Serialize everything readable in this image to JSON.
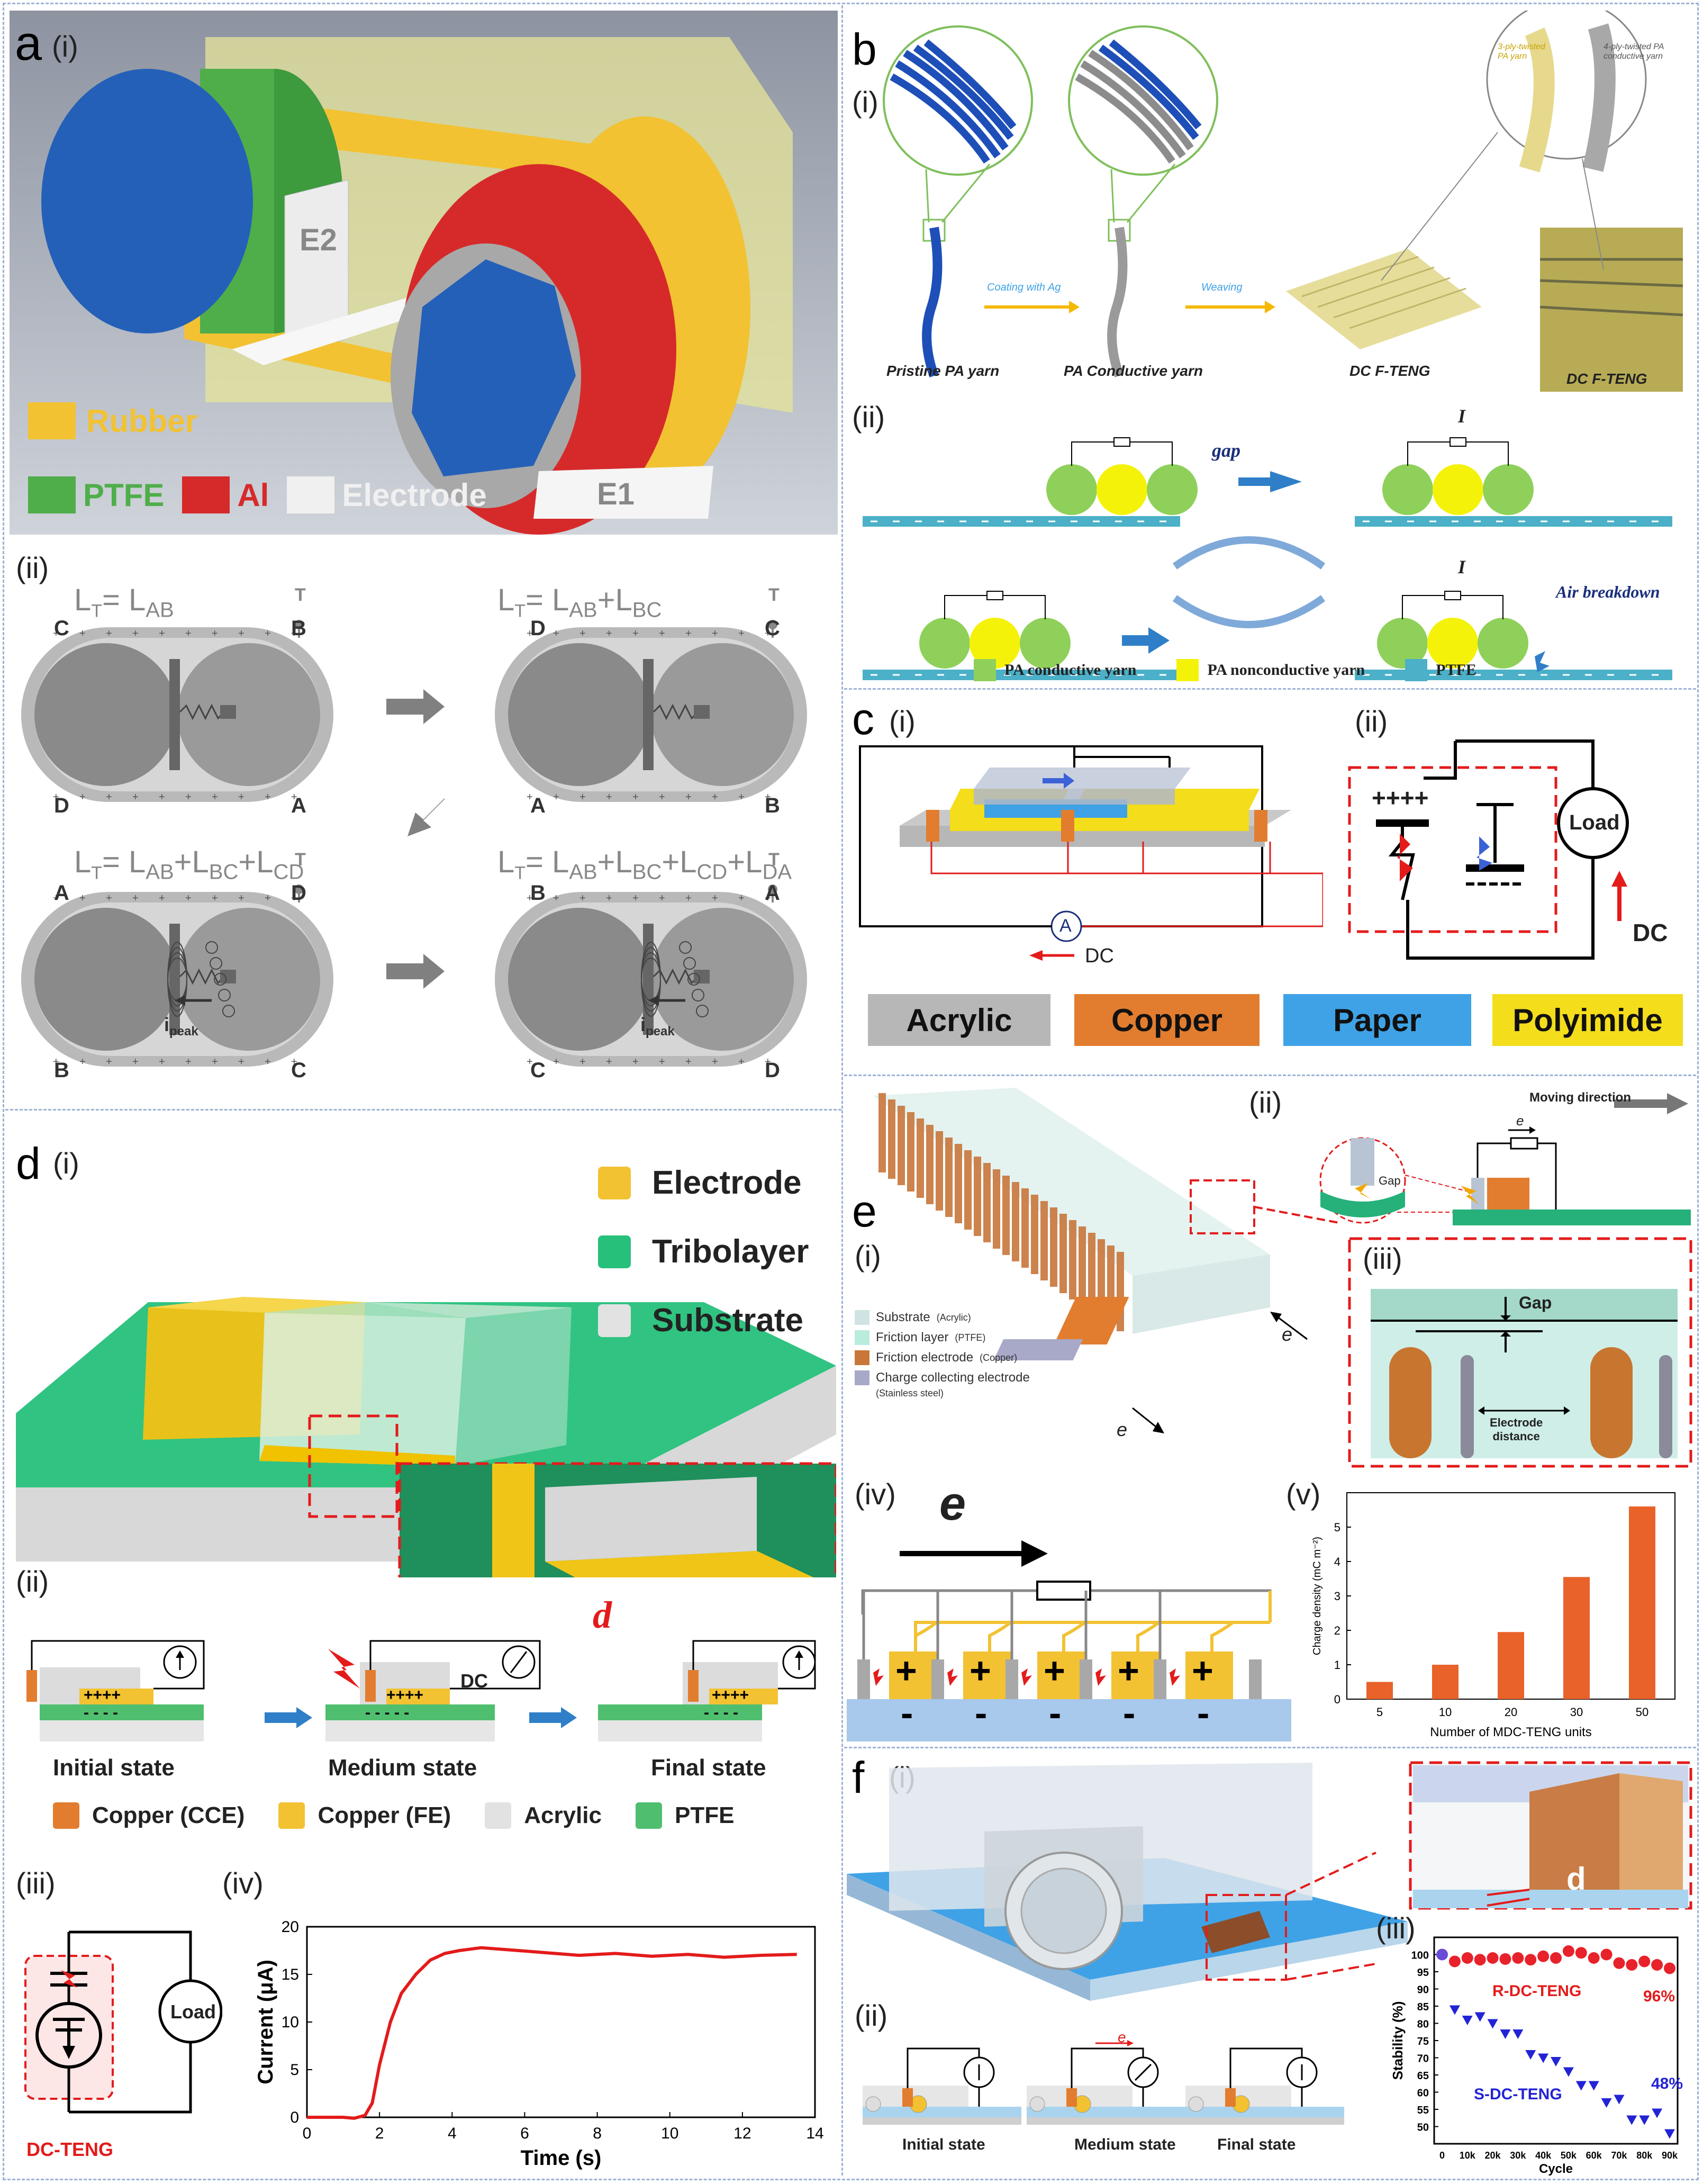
{
  "panels": {
    "a": {
      "letter": "a",
      "i": "(i)",
      "ii": "(ii)",
      "legend": {
        "rubber": "Rubber",
        "ptfe": "PTFE",
        "al": "Al",
        "electrode": "Electrode"
      },
      "labels": {
        "e1": "E1",
        "e2": "E2"
      },
      "states": [
        {
          "eq": "L",
          "sub": "T",
          "rhs": "= L",
          "terms": [
            "AB"
          ],
          "top_left": "C",
          "top_right": "B",
          "bot_left": "D",
          "bot_right": "A"
        },
        {
          "eq": "L",
          "sub": "T",
          "rhs": "= L",
          "terms": [
            "AB",
            "BC"
          ],
          "top_left": "D",
          "top_right": "C",
          "bot_left": "A",
          "bot_right": "B"
        },
        {
          "eq": "L",
          "sub": "T",
          "rhs": "= L",
          "terms": [
            "AB",
            "BC",
            "CD"
          ],
          "top_left": "A",
          "top_right": "D",
          "bot_left": "B",
          "bot_right": "C"
        },
        {
          "eq": "L",
          "sub": "T",
          "rhs": "= L",
          "terms": [
            "AB",
            "BC",
            "CD",
            "DA"
          ],
          "top_left": "B",
          "top_right": "A",
          "bot_left": "C",
          "bot_right": "D"
        }
      ],
      "t_label": "T",
      "e1s": "E",
      "e2s": "E",
      "ipeak": "i",
      "ipeak_sub": "peak"
    },
    "b": {
      "letter": "b",
      "i": "(i)",
      "ii": "(ii)",
      "yarns": {
        "pristine": "Pristine PA yarn",
        "conductive": "PA Conductive yarn",
        "dc1": "DC F-TENG",
        "dc2": "DC F-TENG",
        "coating": "Coating with Ag",
        "weaving": "Weaving",
        "ply3": "3-ply-twisted PA yarn",
        "ply4": "4-ply-twisted PA conductive yarn"
      },
      "gap": "gap",
      "current": "I",
      "air": "Air breakdown",
      "legend": {
        "conductive": "PA conductive yarn",
        "nonconductive": "PA nonconductive yarn",
        "ptfe": "PTFE"
      }
    },
    "c": {
      "letter": "c",
      "i": "(i)",
      "ii": "(ii)",
      "ammeter": "A",
      "dc": "DC",
      "load": "Load",
      "dc2": "DC",
      "plus": "++++",
      "minus": "----",
      "legend": {
        "acrylic": "Acrylic",
        "copper": "Copper",
        "paper": "Paper",
        "polyimide": "Polyimide"
      }
    },
    "d": {
      "letter": "d",
      "i": "(i)",
      "ii": "(ii)",
      "iii": "(iii)",
      "iv": "(iv)",
      "legend": {
        "electrode": "Electrode",
        "tribolayer": "Tribolayer",
        "substrate": "Substrate"
      },
      "d_label": "d",
      "states": {
        "initial": "Initial state",
        "medium": "Medium state",
        "final": "Final state",
        "dc": "DC"
      },
      "legend2": {
        "cce": "Copper (CCE)",
        "fe": "Copper (FE)",
        "acrylic": "Acrylic",
        "ptfe": "PTFE"
      },
      "load": "Load",
      "dcteng": "DC-TENG",
      "chart": {
        "xlabel": "Time (s)",
        "ylabel": "Current (μA)"
      }
    },
    "e": {
      "letter": "e",
      "i": "(i)",
      "ii": "(ii)",
      "iii": "(iii)",
      "iv": "(iv)",
      "v": "(v)",
      "legend": {
        "substrate": "Substrate",
        "substrate_s": "(Acrylic)",
        "friction": "Friction layer",
        "friction_s": "(PTFE)",
        "fe": "Friction electrode",
        "fe_s": "(Copper)",
        "cce": "Charge collecting electrode",
        "cce_s": "(Stainless steel)"
      },
      "moving": "Moving direction",
      "e_sym": "e",
      "gap": "Gap",
      "gap2": "Gap",
      "electrode_distance_1": "Electrode",
      "electrode_distance_2": "distance",
      "chart": {
        "xlabel": "Number of MDC-TENG units",
        "ylabel": "Charge density (mC m⁻²)"
      }
    },
    "f": {
      "letter": "f",
      "i": "(i)",
      "ii": "(ii)",
      "iii": "(iii)",
      "d_label": "d",
      "e_sym": "e",
      "states": {
        "initial": "Initial state",
        "medium": "Medium state",
        "final": "Final state"
      },
      "r_label": "R-DC-TENG",
      "r_pct": "96%",
      "s_label": "S-DC-TENG",
      "s_pct": "48%",
      "chart": {
        "xlabel": "Cycle",
        "ylabel": "Stability (%)"
      }
    }
  },
  "colors": {
    "rubber": "#f2c232",
    "ptfe": "#4fae4a",
    "al": "#d62a2a",
    "electrode": "#f0f0f0",
    "blue": "#2a5db0",
    "green_yarn": "#8fd05a",
    "yellow_yarn": "#f5f20a",
    "ptfe_bar": "#4bb0c8",
    "acrylic": "#b7b7b7",
    "copper": "#e27d2f",
    "paper": "#3fa2e6",
    "polyimide": "#f4dd1b",
    "bar_orange": "#e8622a",
    "red_curve": "#e31b1b",
    "r_dot": "#e8222a",
    "s_tri": "#2323d6"
  },
  "chart_data": [
    {
      "type": "line",
      "panel": "d-iv",
      "xlabel": "Time (s)",
      "ylabel": "Current (μA)",
      "xlim": [
        0,
        14
      ],
      "ylim": [
        0,
        20
      ],
      "xticks": [
        0,
        2,
        4,
        6,
        8,
        10,
        12,
        14
      ],
      "yticks": [
        0,
        5,
        10,
        15,
        20
      ],
      "series": [
        {
          "x": [
            0,
            0.5,
            1.0,
            1.3,
            1.6,
            1.8,
            2.0,
            2.3,
            2.6,
            3.0,
            3.4,
            3.8,
            4.2,
            4.8,
            5.5,
            6.5,
            7.5,
            8.5,
            9.5,
            10.5,
            11.5,
            12.5,
            13.5
          ],
          "y": [
            0,
            0,
            0,
            -0.1,
            0.2,
            1.5,
            5.5,
            10,
            13,
            15,
            16.5,
            17.2,
            17.5,
            17.8,
            17.6,
            17.3,
            17.0,
            17.2,
            16.9,
            17.1,
            16.8,
            17.0,
            17.1
          ]
        }
      ]
    },
    {
      "type": "bar",
      "panel": "e-v",
      "xlabel": "Number of MDC-TENG units",
      "ylabel": "Charge density (mC m⁻²)",
      "categories": [
        "5",
        "10",
        "20",
        "30",
        "50"
      ],
      "values": [
        0.5,
        1.0,
        1.95,
        3.55,
        5.6
      ],
      "ylim": [
        0,
        6
      ],
      "yticks": [
        0,
        1,
        2,
        3,
        4,
        5
      ]
    },
    {
      "type": "scatter",
      "panel": "f-iii",
      "xlabel": "Cycle",
      "ylabel": "Stability (%)",
      "ylim": [
        45,
        105
      ],
      "xticks": [
        "0",
        "10k",
        "20k",
        "30k",
        "40k",
        "50k",
        "60k",
        "70k",
        "80k",
        "90k"
      ],
      "yticks": [
        50,
        55,
        60,
        65,
        70,
        75,
        80,
        85,
        90,
        95,
        100
      ],
      "series": [
        {
          "name": "R-DC-TENG",
          "x": [
            0,
            5,
            10,
            15,
            20,
            25,
            30,
            35,
            40,
            45,
            50,
            55,
            60,
            65,
            70,
            75,
            80,
            85,
            90
          ],
          "y": [
            100,
            98,
            99,
            98.5,
            99,
            98.7,
            99,
            98.5,
            99.5,
            99,
            101,
            100.5,
            99,
            100,
            97.5,
            97,
            98,
            97,
            96
          ]
        },
        {
          "name": "S-DC-TENG",
          "x": [
            0,
            5,
            10,
            15,
            20,
            25,
            30,
            35,
            40,
            45,
            50,
            55,
            60,
            65,
            70,
            75,
            80,
            85,
            90
          ],
          "y": [
            100,
            84,
            81,
            82,
            80,
            77,
            77,
            71,
            70,
            69,
            66,
            62,
            62,
            57,
            58,
            52,
            52,
            54,
            48
          ]
        }
      ]
    }
  ]
}
